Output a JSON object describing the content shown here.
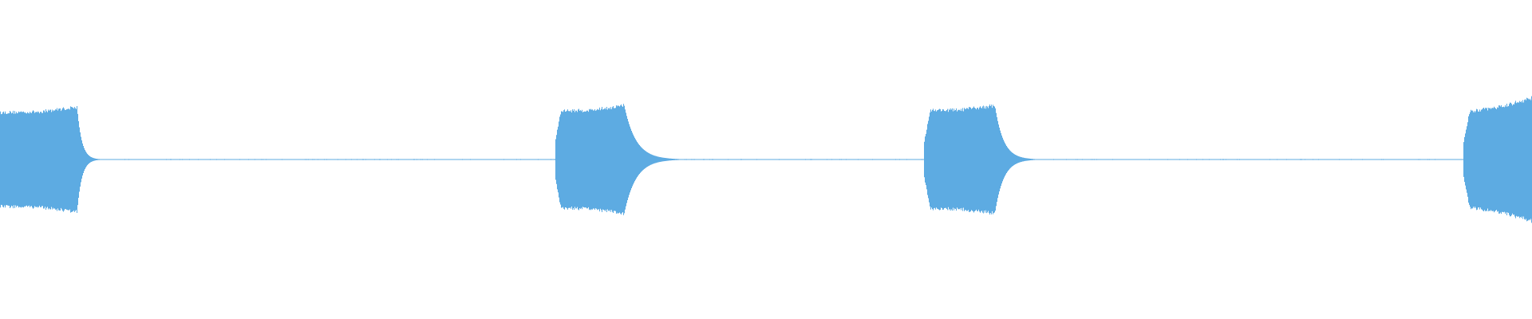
{
  "waveform": {
    "color": "#5dabe2",
    "background": "#ffffff",
    "duration_fraction_note": "",
    "baseline_amplitude": 0.004,
    "bursts": [
      {
        "start": 0.0,
        "end": 0.05,
        "amp_start": 0.61,
        "amp_end": 0.68,
        "decay": 0.012,
        "tail_wiggle": true
      },
      {
        "start": 0.362,
        "end": 0.407,
        "amp_start": 0.63,
        "amp_end": 0.7,
        "decay": 0.03,
        "tail_wiggle": false
      },
      {
        "start": 0.603,
        "end": 0.649,
        "amp_start": 0.64,
        "amp_end": 0.7,
        "decay": 0.022,
        "tail_wiggle": false
      },
      {
        "start": 0.955,
        "end": 1.0,
        "amp_start": 0.61,
        "amp_end": 0.8,
        "decay": 0.0,
        "tail_wiggle": false
      }
    ]
  }
}
